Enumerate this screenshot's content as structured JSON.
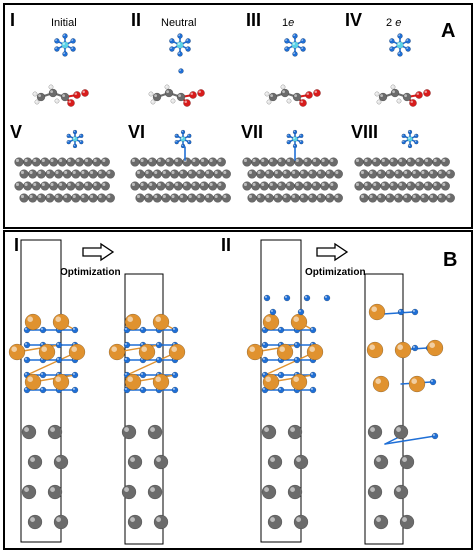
{
  "panel_a": {
    "letter": "A",
    "top_row": [
      {
        "numeral": "I",
        "caption": "Initial",
        "caption_italic": ""
      },
      {
        "numeral": "II",
        "caption": "Neutral",
        "caption_italic": ""
      },
      {
        "numeral": "III",
        "caption": "1",
        "caption_italic": "e"
      },
      {
        "numeral": "IV",
        "caption": "2 ",
        "caption_italic": "e"
      }
    ],
    "bottom_row": [
      {
        "numeral": "V"
      },
      {
        "numeral": "VI"
      },
      {
        "numeral": "VII"
      },
      {
        "numeral": "VIII"
      }
    ]
  },
  "panel_b": {
    "letter": "B",
    "sub_panels": [
      {
        "numeral": "I",
        "arrow_label": "Optimization"
      },
      {
        "numeral": "II",
        "arrow_label": "Optimization"
      }
    ]
  },
  "colors": {
    "cyan_atom": "#5ad2e8",
    "blue_atom": "#1f6fd6",
    "gray_atom": "#6b6b6b",
    "red_atom": "#d81c1c",
    "white_atom": "#e8e8e8",
    "orange_atom": "#e0922f",
    "border": "#000000"
  }
}
